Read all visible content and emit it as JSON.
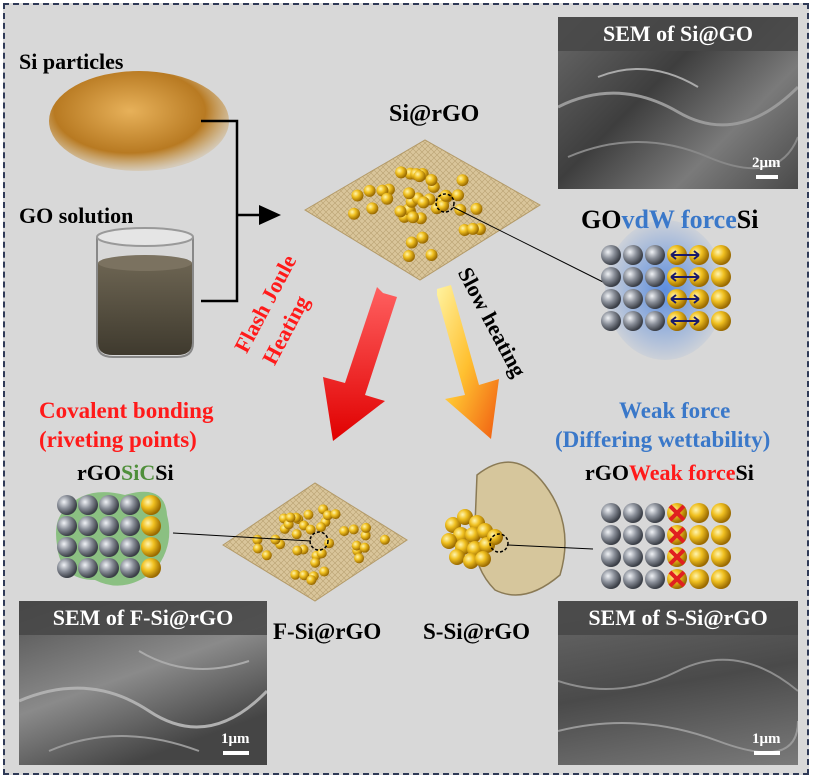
{
  "labels": {
    "si_particles": "Si particles",
    "go_solution": "GO solution",
    "si_rgo": "Si@rGO",
    "flash_joule": "Flash Joule",
    "heating": "Heating",
    "slow_heating": "Slow heating",
    "covalent_bonding": "Covalent bonding",
    "riveting_points": "(riveting points)",
    "weak_force": "Weak force",
    "differing_wettability": "(Differing wettability)",
    "f_si_rgo": "F-Si@rGO",
    "s_si_rgo": "S-Si@rGO"
  },
  "interfaces": {
    "vdw": {
      "left": "GO",
      "mid": "vdW force",
      "right": "Si"
    },
    "sic": {
      "left": "rGO",
      "mid": "SiC",
      "right": "Si"
    },
    "weak": {
      "left": "rGO",
      "mid": "Weak force",
      "right": "Si"
    }
  },
  "sem_panels": {
    "top": {
      "title": "SEM of Si@GO",
      "scale": "2μm"
    },
    "bottom_left": {
      "title": "SEM of F-Si@rGO",
      "scale": "1μm"
    },
    "bottom_right": {
      "title": "SEM of S-Si@rGO",
      "scale": "1μm"
    }
  },
  "colors": {
    "red": "#ff1a1a",
    "blue": "#3a78c9",
    "green": "#4f8f3a",
    "gold": "#e8b420",
    "gray_sphere": "#8a8f99"
  }
}
